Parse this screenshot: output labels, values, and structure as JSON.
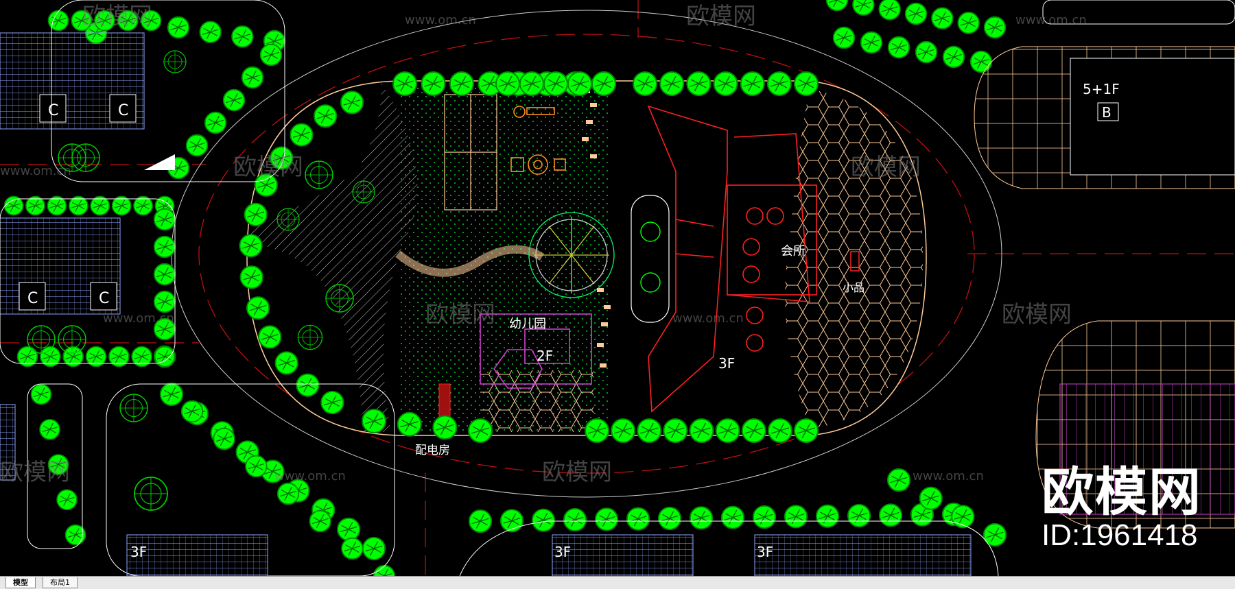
{
  "plan": {
    "labels": {
      "clubhouse": "会所",
      "kindergarten": "幼儿园",
      "floors_2f": "2F",
      "floors_3f": "3F",
      "sketch": "小品",
      "power_room": "配电房",
      "building_5f": "5+1F",
      "building_b": "B",
      "unit_c": "C",
      "block_3f": "3F"
    },
    "colors": {
      "background": "#000000",
      "tree": "#00ff00",
      "tree_outline": "#008a00",
      "clubhouse": "#ff2020",
      "kindergarten": "#d040d0",
      "road_center": "#c01010",
      "paving": "#ffcc99",
      "play_equipment": "#ff9020",
      "text": "#ffffff"
    }
  },
  "watermark": {
    "site_url": "www.om.cn",
    "brand_small": "欧模网",
    "brand_large": "欧模网",
    "id_label": "ID:1961418"
  },
  "tabs": {
    "model": "模型",
    "layout1": "布局1"
  }
}
